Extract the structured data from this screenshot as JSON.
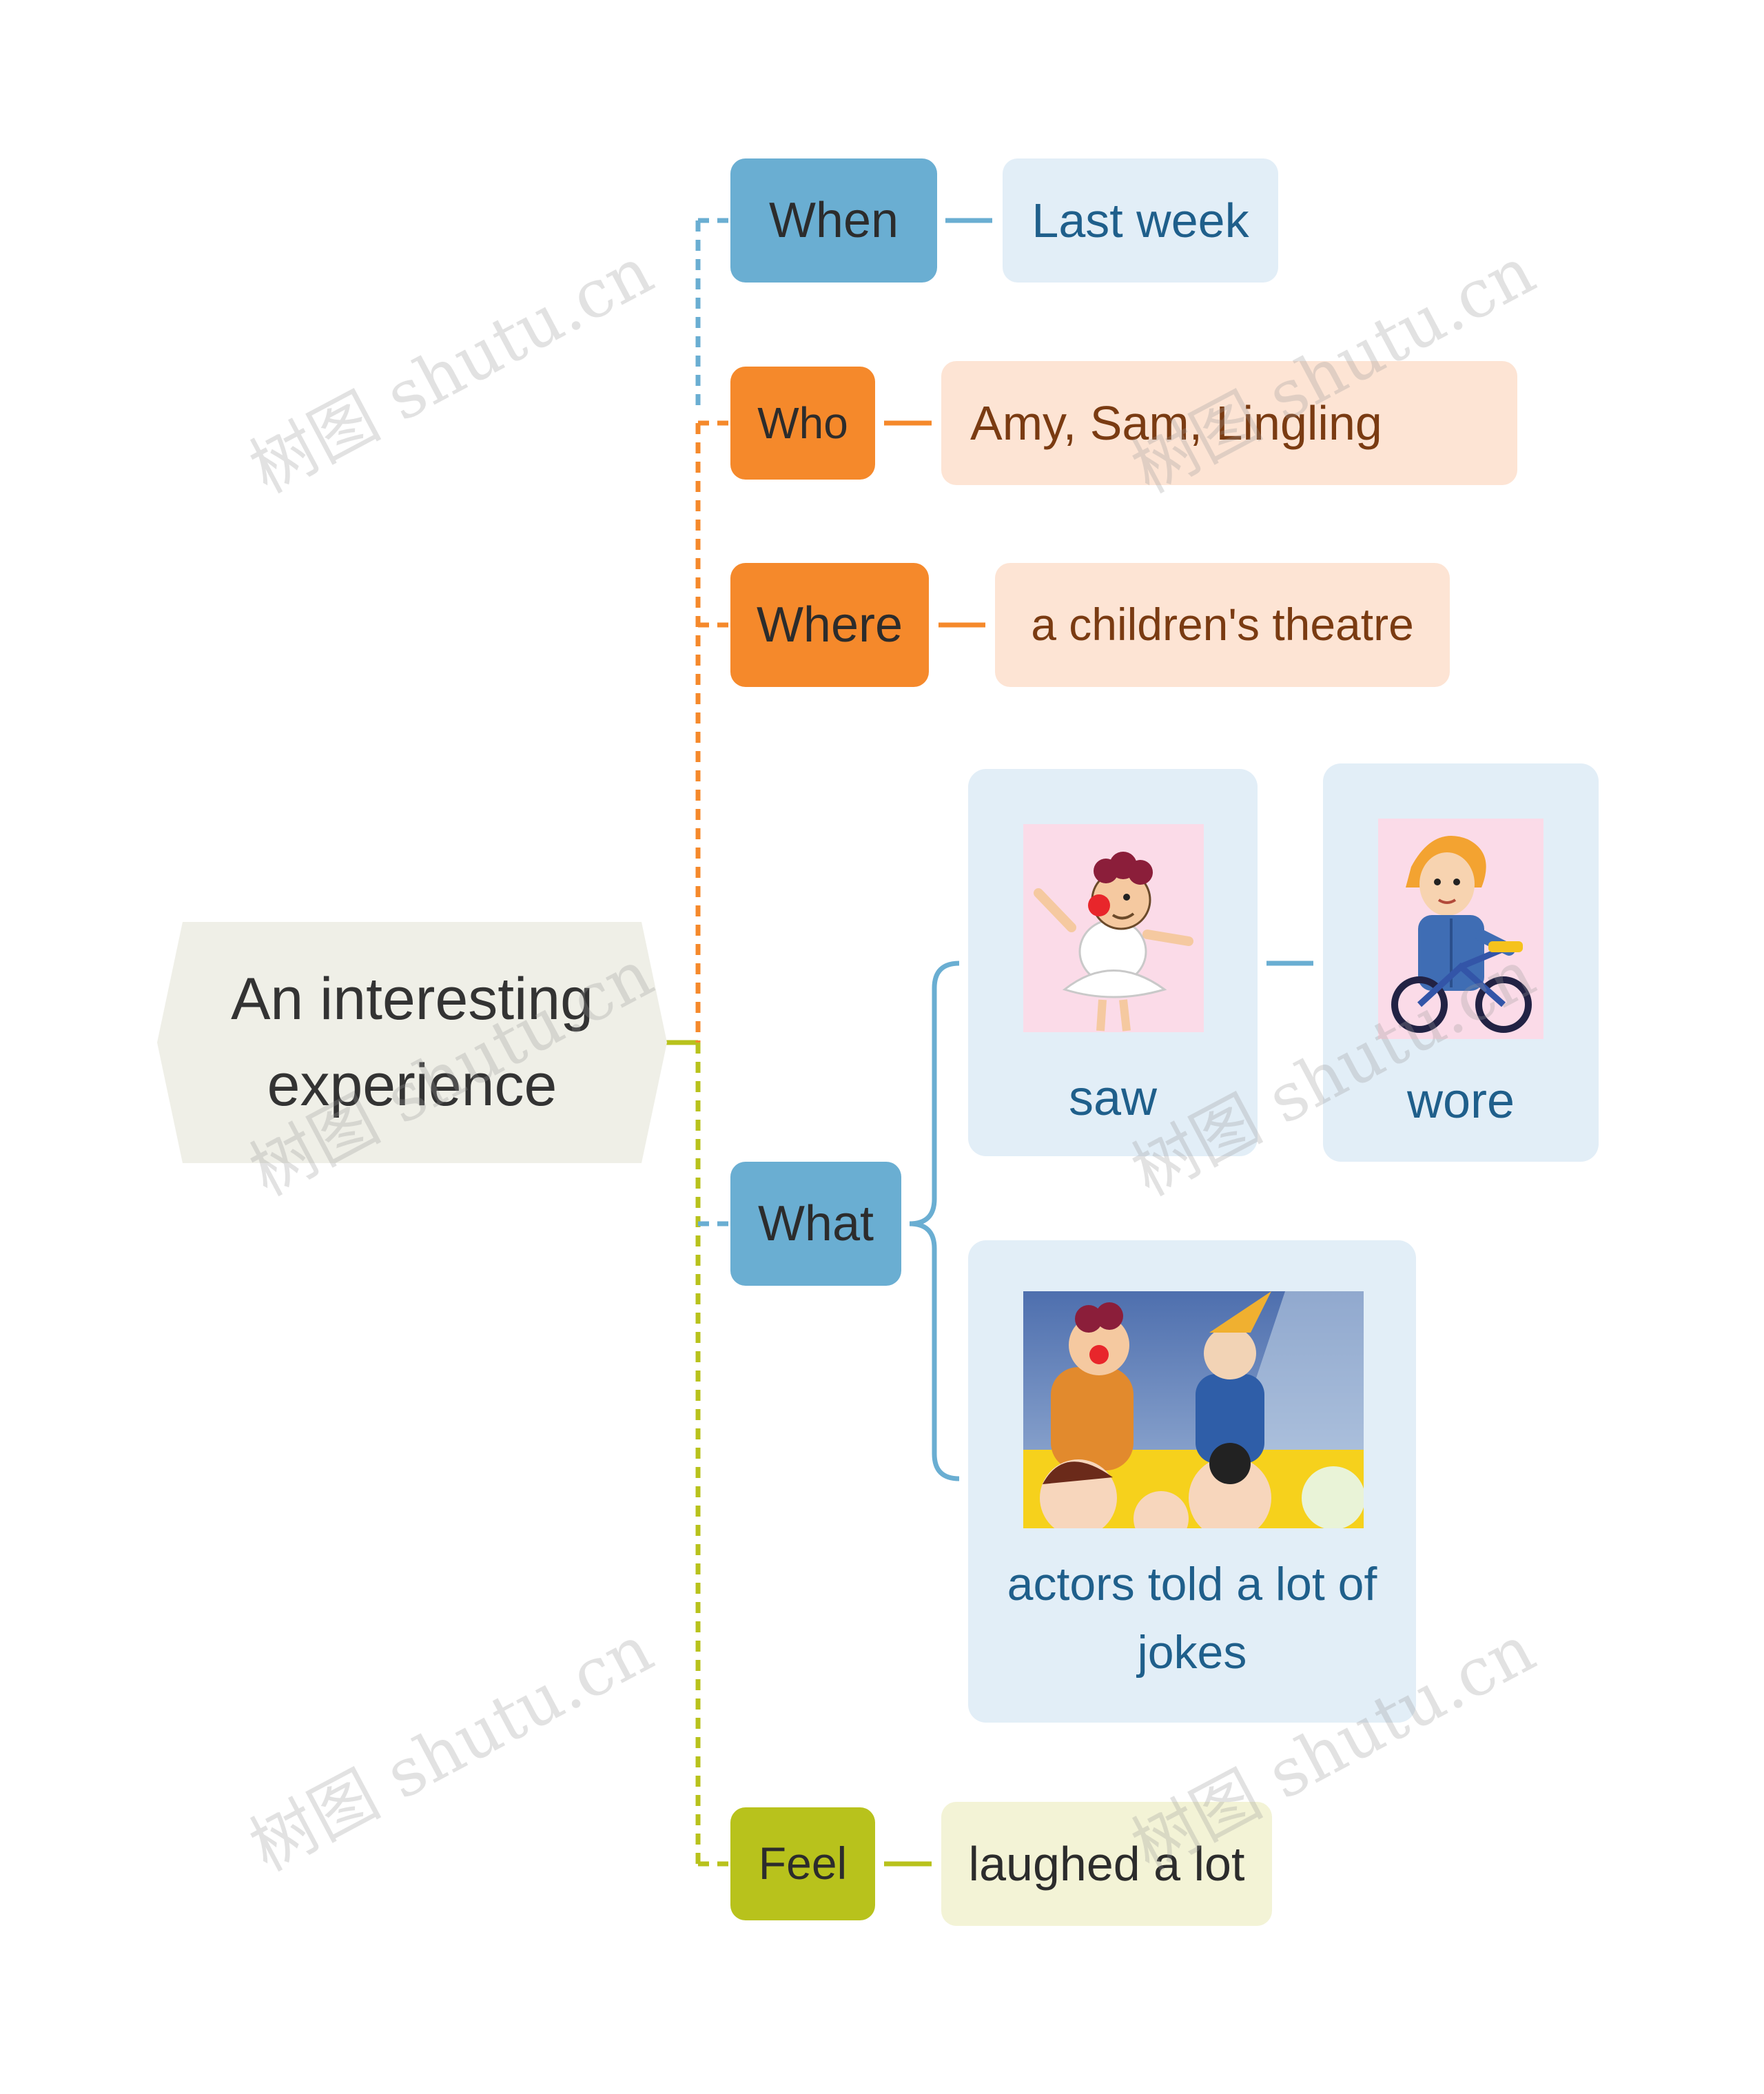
{
  "root": {
    "line1": "An interesting",
    "line2": "experience"
  },
  "branches": {
    "when": {
      "label": "When",
      "value": "Last week"
    },
    "who": {
      "label": "Who",
      "value": "Amy, Sam, Lingling"
    },
    "where": {
      "label": "Where",
      "value": "a children's theatre"
    },
    "what": {
      "label": "What",
      "card_saw": {
        "caption": "saw",
        "image": "clown-ballerina-illustration"
      },
      "card_wore": {
        "caption": "wore",
        "image": "policewoman-on-bicycle-illustration"
      },
      "card_jokes": {
        "line1": "actors told a lot of",
        "line2": "jokes",
        "image": "clowns-and-laughing-children-illustration"
      }
    },
    "feel": {
      "label": "Feel",
      "value": "laughed a lot"
    }
  },
  "colors": {
    "blue": "#6aaed2",
    "blue_light": "#e2eef7",
    "orange": "#f5892b",
    "orange_light": "#fde4d4",
    "olive": "#b8c21c",
    "olive_light": "#f3f3d6",
    "root_bg": "#efefe7"
  },
  "watermark": "树图 shutu.cn"
}
